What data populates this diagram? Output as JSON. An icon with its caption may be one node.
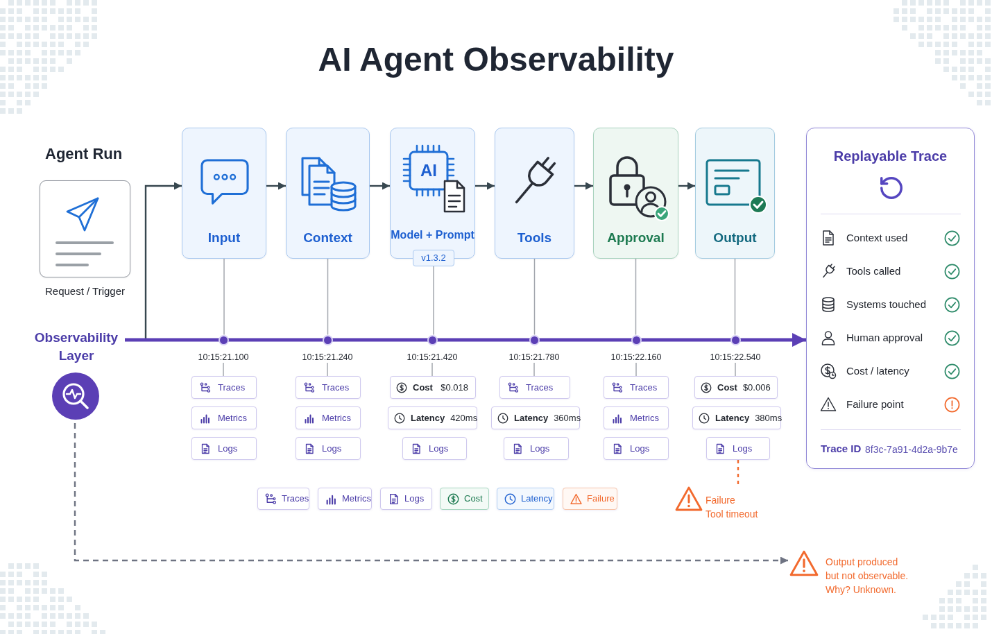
{
  "diagram": {
    "title": "AI Agent Observability",
    "nodes": [
      {
        "text": [],
        "shape": "box",
        "beside": [
          "Request / Trigger"
        ]
      },
      {
        "text": [
          "Input"
        ]
      },
      {
        "text": [
          "Context"
        ]
      },
      {
        "text": [
          "AI",
          "Model + Prompt"
        ]
      },
      {
        "text": [
          "v1.3.2"
        ]
      },
      {
        "text": [
          "Tools"
        ]
      },
      {
        "text": [
          "Approval"
        ]
      },
      {
        "text": [
          "Output"
        ]
      },
      {
        "text": [
          "Replayable Trace",
          "Context used",
          "Tools called",
          "Systems touched",
          "Human approval",
          "Cost / latency",
          "Failure point",
          "Trace ID",
          "8f3c-7a91-4d2a-9b7e"
        ]
      },
      {
        "text": [
          "Observability Layer"
        ]
      },
      {
        "text": [],
        "shape": "circle"
      },
      {
        "text": [],
        "shape": "circle"
      },
      {
        "text": [],
        "shape": "circle"
      },
      {
        "text": [],
        "shape": "circle"
      },
      {
        "text": [],
        "shape": "circle"
      },
      {
        "text": [],
        "shape": "circle"
      },
      {
        "text": [
          "10:15:21.100"
        ]
      },
      {
        "text": [
          "10:15:21.240"
        ]
      },
      {
        "text": [
          "10:15:21.420"
        ]
      },
      {
        "text": [
          "10:15:21.780"
        ]
      },
      {
        "text": [
          "10:15:22.160"
        ]
      },
      {
        "text": [
          "10:15:22.540"
        ]
      },
      {
        "text": [
          "Traces"
        ]
      },
      {
        "text": [
          "Traces"
        ]
      },
      {
        "text": [
          "Cost",
          "$0.018"
        ]
      },
      {
        "text": [
          "Traces"
        ]
      },
      {
        "text": [
          "Traces"
        ]
      },
      {
        "text": [
          "Cost",
          "$0.006"
        ]
      },
      {
        "text": [
          "Metrics"
        ]
      },
      {
        "text": [
          "Metrics"
        ]
      },
      {
        "text": [
          "Latency",
          "420ms"
        ]
      },
      {
        "text": [
          "Latency",
          "360ms"
        ]
      },
      {
        "text": [
          "Metrics"
        ]
      },
      {
        "text": [
          "Latency",
          "380ms"
        ]
      },
      {
        "text": [
          "Logs"
        ]
      },
      {
        "text": [
          "Logs"
        ]
      },
      {
        "text": [
          "Logs"
        ]
      },
      {
        "text": [
          "Logs"
        ]
      },
      {
        "text": [
          "Logs"
        ]
      },
      {
        "text": [
          "Logs"
        ]
      },
      {
        "text": [
          "Failure",
          "Tool timeout"
        ]
      },
      {
        "text": [
          "Output produced but not observable. Why? Unknown."
        ]
      }
    ],
    "edges": [
      {
        "from": 9,
        "to": 1,
        "arrow": "to",
        "color": "#37474f"
      },
      {
        "from": 1,
        "to": 2,
        "arrow": "to",
        "color": "#37474f"
      },
      {
        "from": 2,
        "to": 3,
        "arrow": "to",
        "color": "#37474f"
      },
      {
        "from": 3,
        "to": 5,
        "arrow": "to",
        "color": "#37474f"
      },
      {
        "from": 5,
        "to": 6,
        "arrow": "to",
        "color": "#37474f"
      },
      {
        "from": 6,
        "to": 7,
        "arrow": "to",
        "color": "#37474f"
      },
      {
        "from": 9,
        "to": 8,
        "arrow": "to",
        "style": "thick",
        "color": "#5b3fb5"
      },
      {
        "from": 1,
        "to": 10,
        "arrow": "none"
      },
      {
        "from": 2,
        "to": 11,
        "arrow": "none"
      },
      {
        "from": 4,
        "to": 12,
        "arrow": "none"
      },
      {
        "from": 5,
        "to": 13,
        "arrow": "none"
      },
      {
        "from": 6,
        "to": 14,
        "arrow": "none"
      },
      {
        "from": 7,
        "to": 15,
        "arrow": "none"
      },
      {
        "from": 16,
        "to": 22,
        "arrow": "none"
      },
      {
        "from": 17,
        "to": 23,
        "arrow": "none"
      },
      {
        "from": 18,
        "to": 24,
        "arrow": "none"
      },
      {
        "from": 19,
        "to": 25,
        "arrow": "none"
      },
      {
        "from": 20,
        "to": 26,
        "arrow": "none"
      },
      {
        "from": 21,
        "to": 27,
        "arrow": "none"
      },
      {
        "from": 39,
        "to": 40,
        "arrow": "none",
        "style": "dashed",
        "color": "#f26a2e"
      },
      {
        "from": 9,
        "to": 41,
        "arrow": "to",
        "style": "dashed",
        "color": "#6e7382"
      }
    ],
    "labels": [
      "Agent Run"
    ],
    "legend": [
      {
        "text": "Traces"
      },
      {
        "text": "Metrics"
      },
      {
        "text": "Logs"
      },
      {
        "text": "Cost"
      },
      {
        "text": "Latency"
      },
      {
        "text": "Failure"
      }
    ]
  }
}
